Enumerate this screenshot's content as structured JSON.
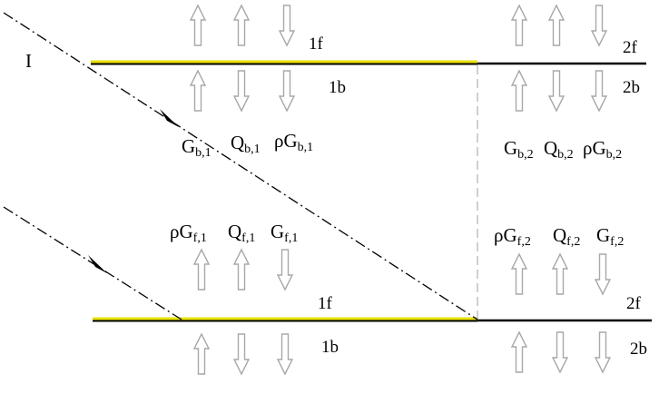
{
  "colors": {
    "line": "#000000",
    "highlight": "#e8e000",
    "arrow_outline": "#a8a8a8",
    "divider": "#b0b0b0"
  },
  "labels": {
    "incident": "I",
    "top_front_1": "1f",
    "top_back_1": "1b",
    "top_front_2": "2f",
    "top_back_2": "2b",
    "bottom_front_1": "1f",
    "bottom_back_1": "1b",
    "bottom_front_2": "2f",
    "bottom_back_2": "2b"
  },
  "fluxes_top": {
    "g1": {
      "base": "G",
      "sub": "b,1"
    },
    "q1": {
      "base": "Q",
      "sub": "b,1"
    },
    "rg1": {
      "base": "ρG",
      "sub": "b,1"
    },
    "g2": {
      "base": "G",
      "sub": "b,2"
    },
    "q2": {
      "base": "Q",
      "sub": "b,2"
    },
    "rg2": {
      "base": "ρG",
      "sub": "b,2"
    }
  },
  "fluxes_bottom": {
    "rg1": {
      "base": "ρG",
      "sub": "f,1"
    },
    "q1": {
      "base": "Q",
      "sub": "f,1"
    },
    "g1": {
      "base": "G",
      "sub": "f,1"
    },
    "rg2": {
      "base": "ρG",
      "sub": "f,2"
    },
    "q2": {
      "base": "Q",
      "sub": "f,2"
    },
    "g2": {
      "base": "G",
      "sub": "f,2"
    }
  },
  "arrow_icon_top": "hollow-up-arrow-icon",
  "arrow_icon_down": "hollow-down-arrow-icon"
}
